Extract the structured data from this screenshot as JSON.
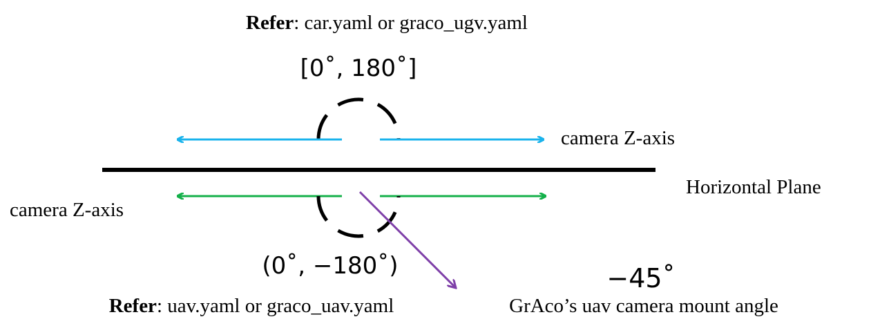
{
  "top_note": {
    "prefix": "Refer",
    "suffix": ": car.yaml or graco_ugv.yaml"
  },
  "bottom_note": {
    "prefix": "Refer",
    "suffix": ": uav.yaml or graco_uav.yaml"
  },
  "upper_range": "[0˚, 180˚]",
  "lower_range": "(0˚, −180˚)",
  "upper_axis_label": "camera Z-axis",
  "lower_axis_label": "camera Z-axis",
  "plane_label": "Horizontal Plane",
  "mount_angle": "−45˚",
  "mount_label": "GrAco’s uav camera mount angle",
  "colors": {
    "upper_arrow": "#1ab3ec",
    "lower_arrow": "#14b04a",
    "mount_arrow": "#7e3fa8",
    "plane": "#000000"
  }
}
